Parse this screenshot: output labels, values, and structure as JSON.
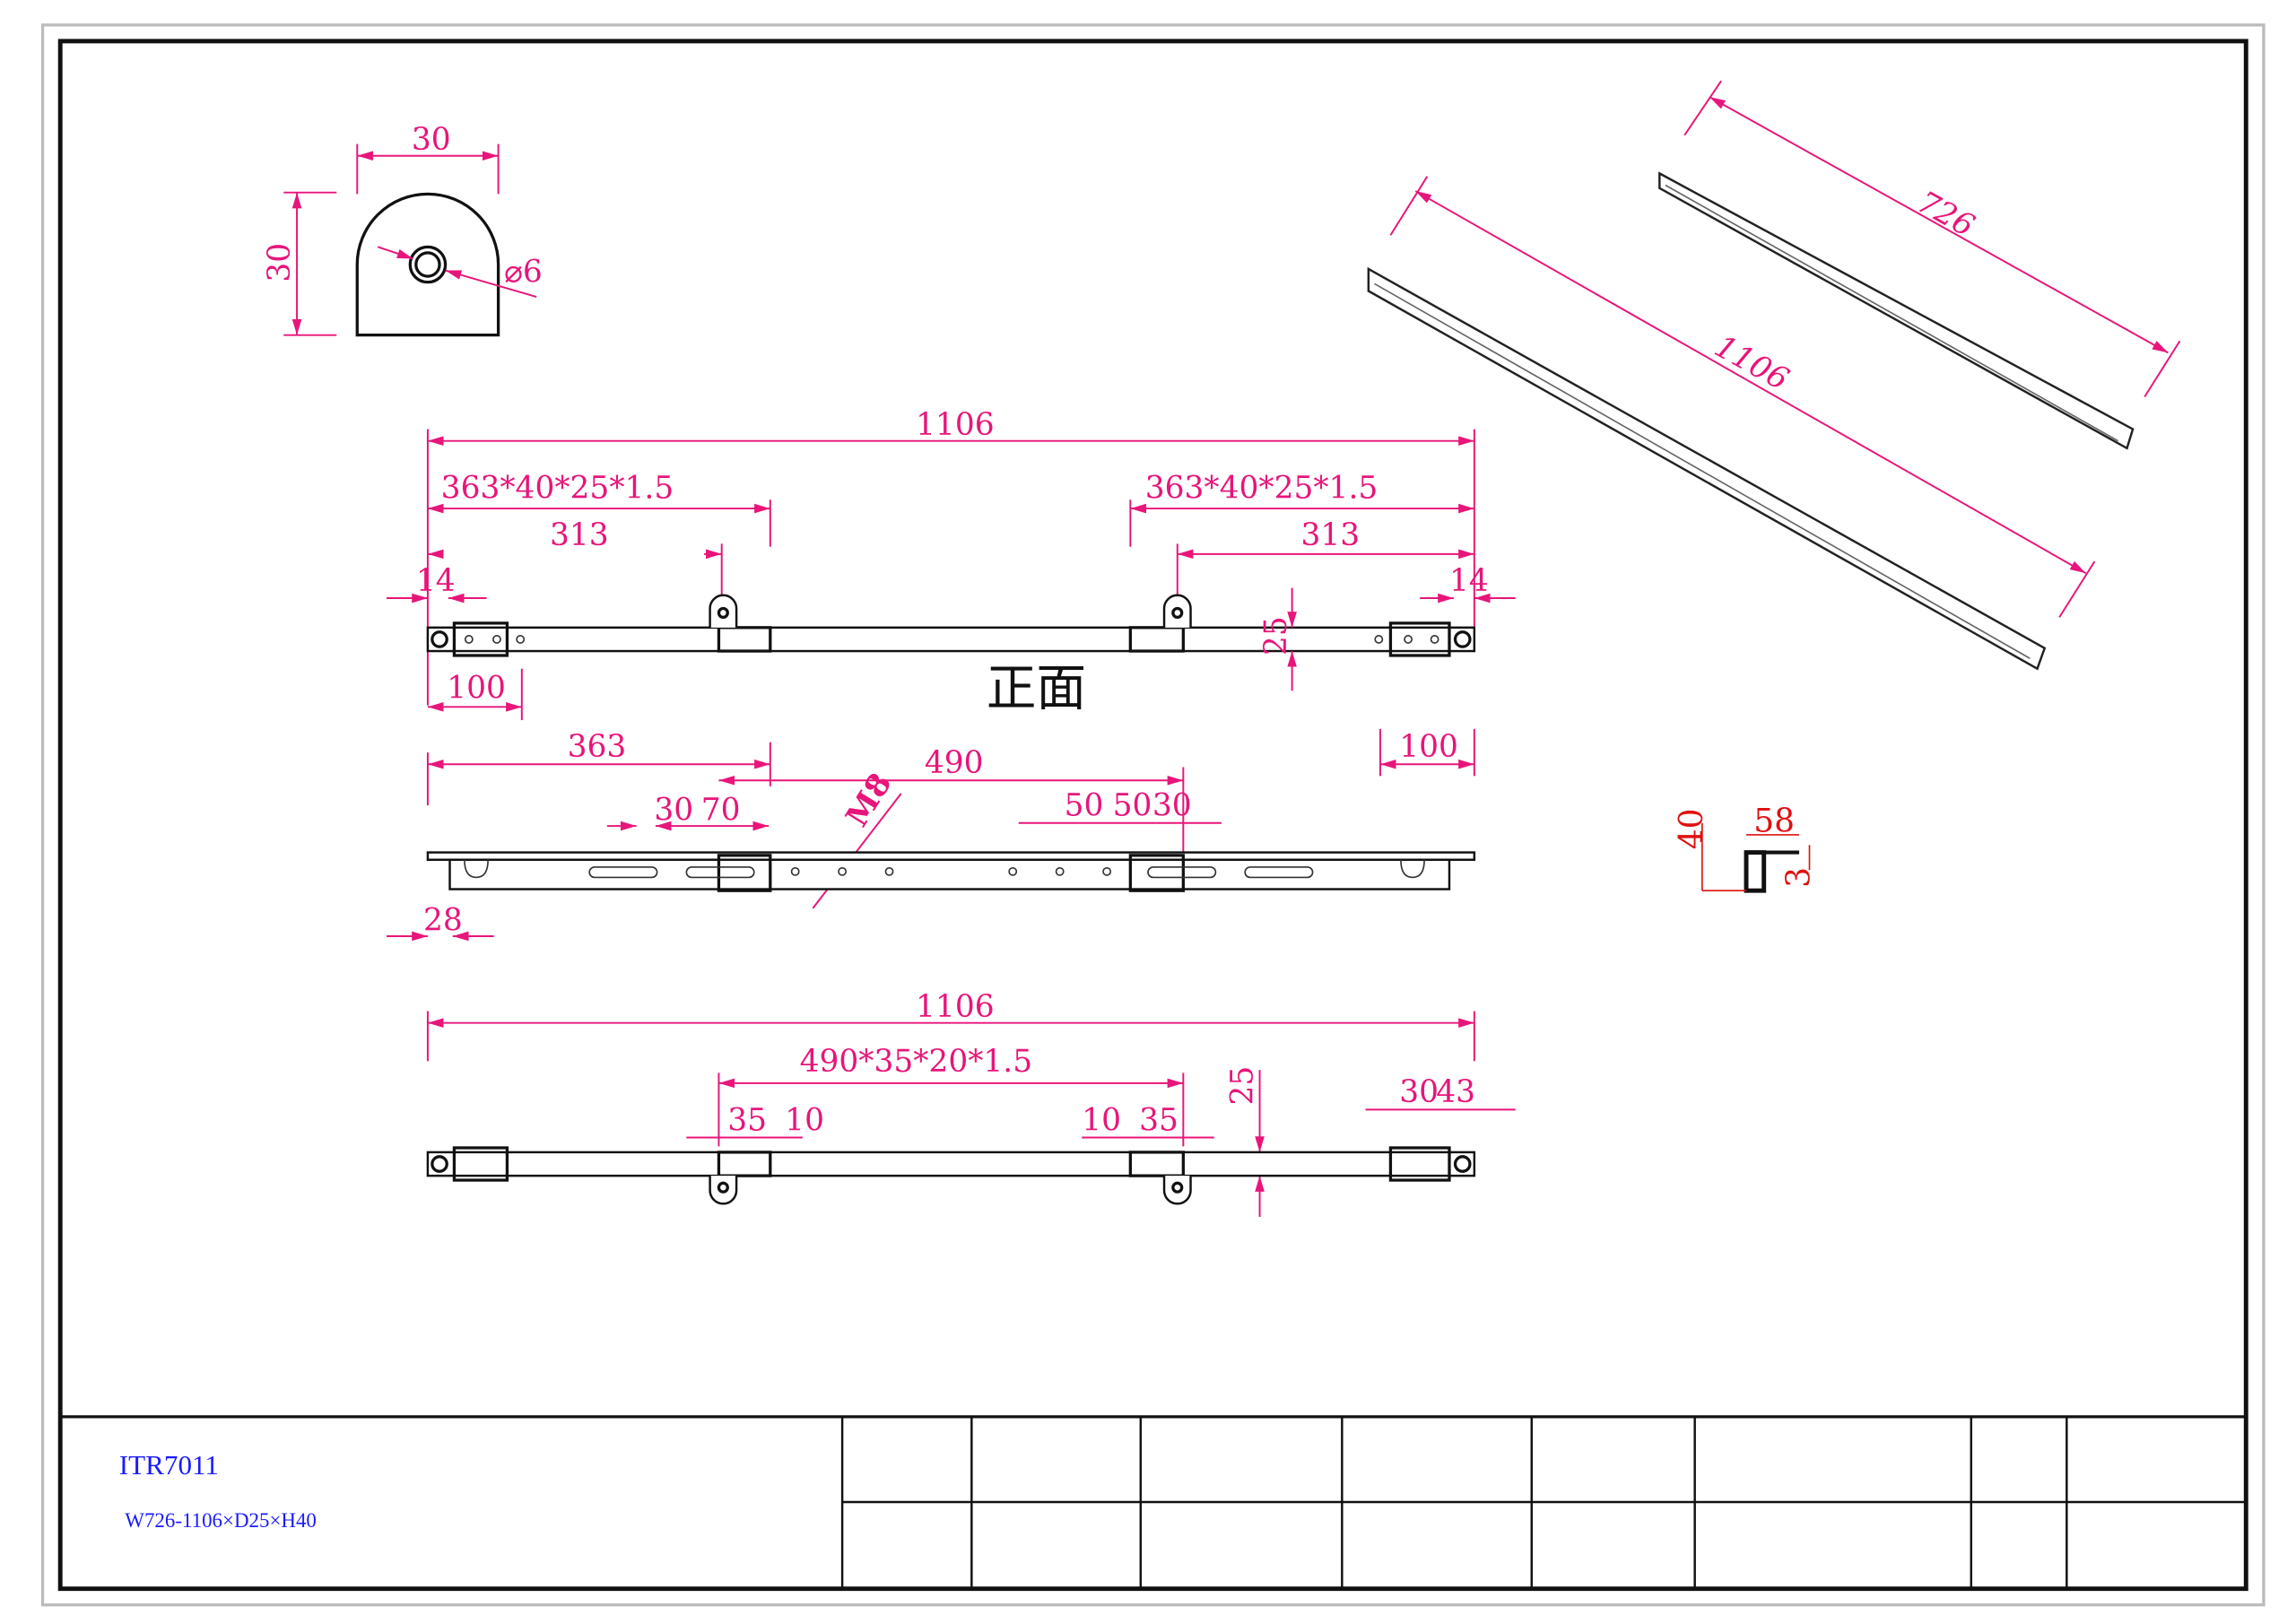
{
  "title_block": {
    "part_number": "ITR7011",
    "spec": "W726-1106×D25×H40"
  },
  "views": {
    "front_label": "正面",
    "end_cap": {
      "width": "30",
      "height": "30",
      "hole": "⌀6"
    },
    "top": {
      "overall": "1106",
      "left_tube": "363*40*25*1.5",
      "right_tube": "363*40*25*1.5",
      "left_313": "313",
      "right_313": "313",
      "left_14": "14",
      "right_14": "14",
      "depth": "25",
      "left_100": "100"
    },
    "middle": {
      "d363": "363",
      "d490": "490",
      "d30": "30",
      "d70": "70",
      "thread": "M8",
      "d50a": "50",
      "d50b": "50",
      "d30b": "30",
      "d100": "100",
      "d28": "28"
    },
    "bottom": {
      "overall": "1106",
      "inner_tube": "490*35*20*1.5",
      "d35a": "35",
      "d10a": "10",
      "d10b": "10",
      "d35b": "35",
      "depth": "25",
      "d30": "30",
      "d43": "43"
    },
    "section": {
      "height": "40",
      "width": "58",
      "thickness": "3"
    },
    "iso": {
      "short": "726",
      "long": "1106"
    }
  }
}
